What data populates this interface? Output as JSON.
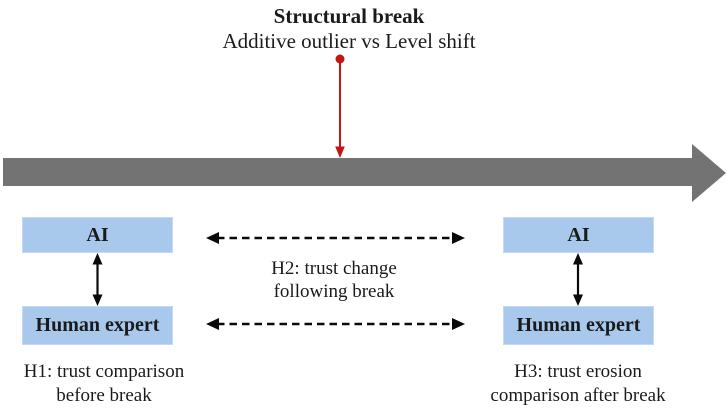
{
  "title": {
    "line1": "Structural break",
    "line2": "Additive outlier vs Level shift"
  },
  "groups": {
    "before": {
      "ai_label": "AI",
      "human_label": "Human expert",
      "caption_line1": "H1: trust comparison",
      "caption_line2": "before break"
    },
    "after": {
      "ai_label": "AI",
      "human_label": "Human expert",
      "caption_line1": "H3: trust erosion",
      "caption_line2": "comparison after break"
    }
  },
  "hypothesis2": {
    "line1": "H2: trust change",
    "line2": "following break"
  },
  "colors": {
    "background": "#ffffff",
    "box_blue": "#a8c8ec",
    "box_border": "#c5daf2",
    "timeline_gray": "#737373",
    "break_red": "#c41414",
    "arrow_black": "#0a0a0a"
  }
}
